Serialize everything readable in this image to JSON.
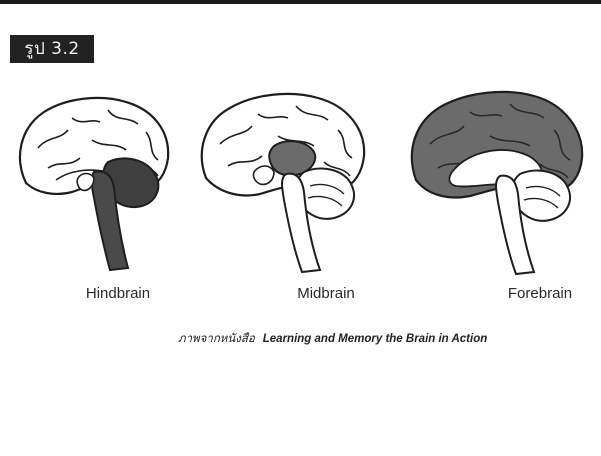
{
  "figure": {
    "badge": "รูป 3.2",
    "panels": [
      {
        "label": "Hindbrain",
        "highlight": "hindbrain"
      },
      {
        "label": "Midbrain",
        "highlight": "midbrain"
      },
      {
        "label": "Forebrain",
        "highlight": "forebrain"
      }
    ],
    "caption": {
      "source_thai": "ภาพจากหนังสือ",
      "source_title": "Learning and Memory the Brain in Action"
    },
    "colors": {
      "outline": "#1e1e1e",
      "highlight": "#6b6b6b",
      "highlight_dark": "#3a3a3a",
      "badge_bg": "#222222"
    }
  }
}
